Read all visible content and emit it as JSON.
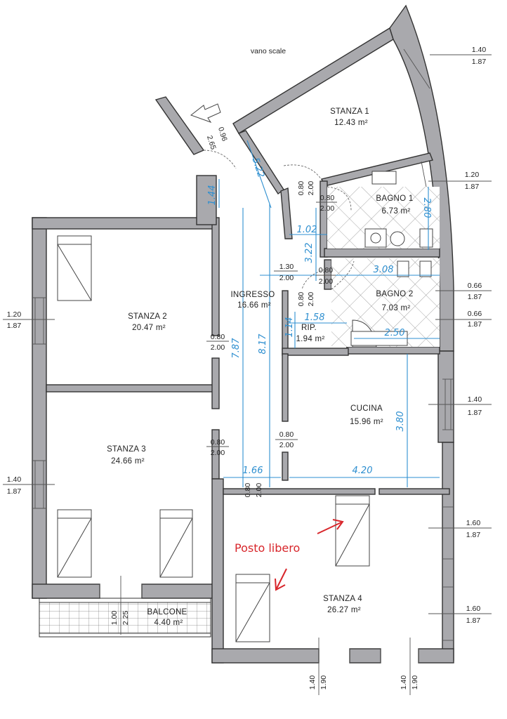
{
  "labels": {
    "stair": "vano scale",
    "stanza1": {
      "name": "STANZA 1",
      "area": "12.43 m²"
    },
    "bagno1": {
      "name": "BAGNO 1",
      "area": "6.73 m²"
    },
    "bagno2": {
      "name": "BAGNO 2",
      "area": "7.03 m²"
    },
    "ingresso": {
      "name": "INGRESSO",
      "area": "16.66 m²"
    },
    "rip": {
      "name": "RIP.",
      "area": "1.94 m²"
    },
    "stanza2": {
      "name": "STANZA 2",
      "area": "20.47 m²"
    },
    "stanza3": {
      "name": "STANZA 3",
      "area": "24.66 m²"
    },
    "cucina": {
      "name": "CUCINA",
      "area": "15.96 m²"
    },
    "stanza4": {
      "name": "STANZA 4",
      "area": "26.27 m²"
    },
    "balcone": {
      "name": "BALCONE",
      "area": "4.40 m²"
    }
  },
  "openings": {
    "w_s1_top": [
      "1.40",
      "1.87"
    ],
    "w_bagno1": [
      "1.20",
      "1.87"
    ],
    "w_bagno2_a": [
      "0.66",
      "1.87"
    ],
    "w_bagno2_b": [
      "0.66",
      "1.87"
    ],
    "w_cucina": [
      "1.40",
      "1.87"
    ],
    "w_s4_a": [
      "1.60",
      "1.87"
    ],
    "w_s4_b": [
      "1.60",
      "1.87"
    ],
    "w_s2": [
      "1.20",
      "1.87"
    ],
    "w_s3": [
      "1.40",
      "1.87"
    ],
    "w_s4_bot1": [
      "1.40",
      "1.90"
    ],
    "w_s4_bot2": [
      "1.40",
      "1.90"
    ],
    "d_entry": [
      "0.96",
      "2.65"
    ],
    "d_s1": [
      "0.80",
      "2.00"
    ],
    "d_bagno1": [
      "0.80",
      "2.00"
    ],
    "d_ingresso": [
      "1.30",
      "2.00"
    ],
    "d_bagno2": [
      "0.80",
      "2.00"
    ],
    "d_rip": [
      "0.80",
      "2.00"
    ],
    "d_s2": [
      "0.80",
      "2.00"
    ],
    "d_s3": [
      "0.80",
      "2.00"
    ],
    "d_cucina": [
      "0.80",
      "2.00"
    ],
    "d_s4": [
      "0.80",
      "2.00"
    ],
    "balcone_door": [
      "1.00",
      "2.25"
    ]
  },
  "dimensions": {
    "d144": "1.44",
    "d522": "5.22",
    "d102": "1.02",
    "d322": "3.22",
    "d308": "3.08",
    "d280": "2.80",
    "d158": "1.58",
    "d114": "1.14",
    "d250": "2.50",
    "d787": "7.87",
    "d817": "8.17",
    "d380": "3.80",
    "d166": "1.66",
    "d420": "4.20"
  },
  "annotation": {
    "text": "Posto libero",
    "color": "#d8262b"
  }
}
